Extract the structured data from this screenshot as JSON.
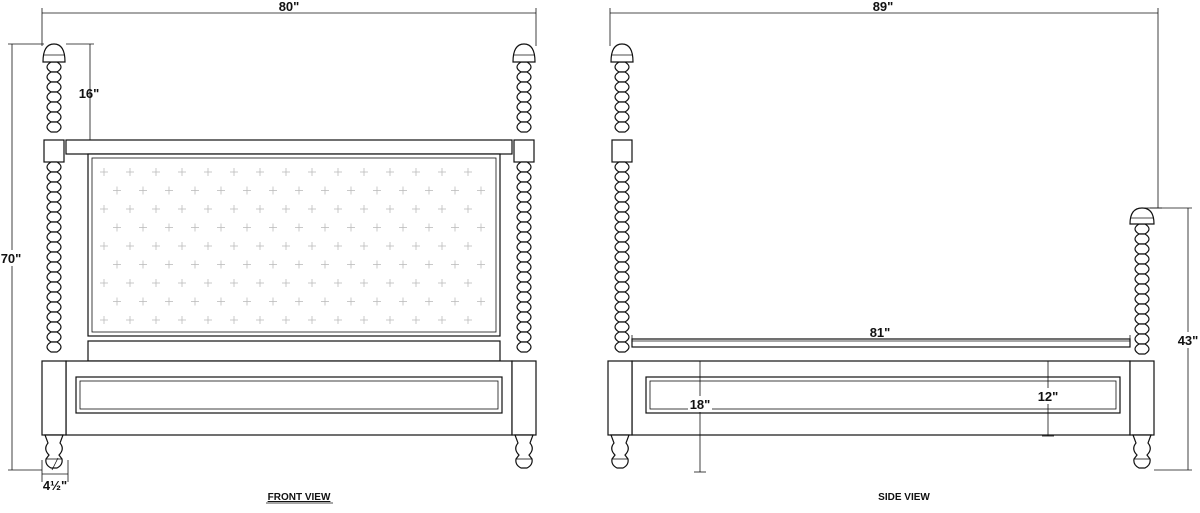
{
  "front_view": {
    "caption": "FRONT VIEW",
    "dim_width": "80\"",
    "dim_height": "70\"",
    "dim_finial": "16\"",
    "dim_leg": "4½\""
  },
  "side_view": {
    "caption": "SIDE VIEW",
    "dim_length": "89\"",
    "dim_rail_length": "81\"",
    "dim_footboard_height": "43\"",
    "dim_rail_height": "18\"",
    "dim_panel_height": "12\""
  }
}
